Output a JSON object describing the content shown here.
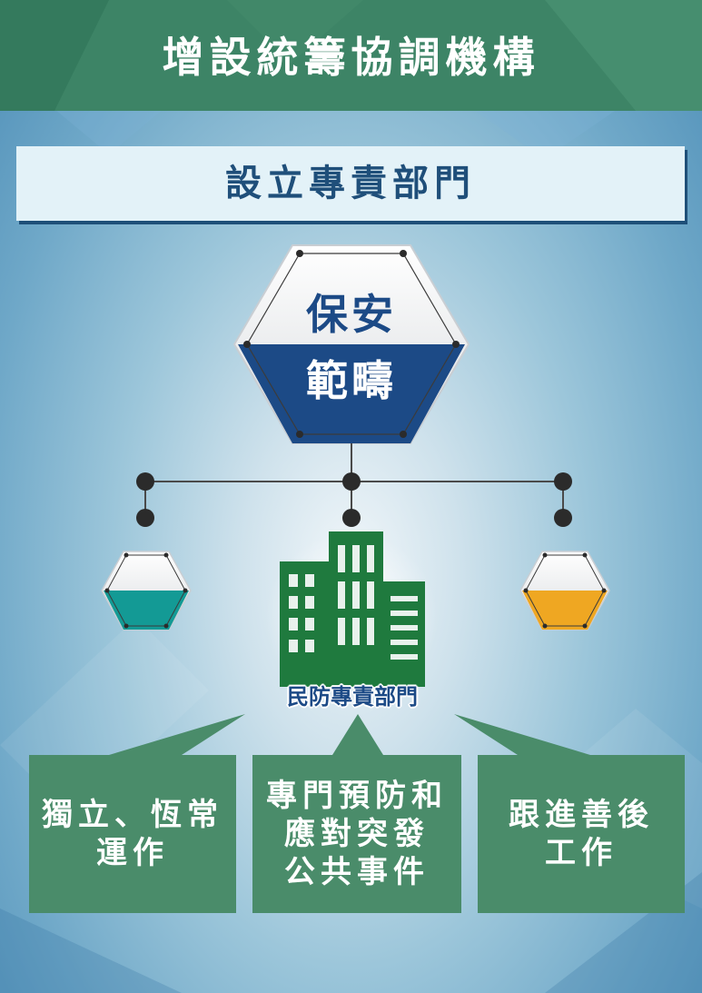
{
  "header": {
    "title": "增設統籌協調機構"
  },
  "subtitle": {
    "text": "設立專責部門"
  },
  "hexagon": {
    "line1": "保安",
    "line2": "範疇"
  },
  "department": {
    "label": "民防專責部門"
  },
  "colors": {
    "header_green": "#3d8466",
    "hex_blue": "#1c4a86",
    "teal": "#139a95",
    "amber": "#efa722",
    "building_green": "#1f7a3e",
    "box_green": "#4a8c6a"
  },
  "icons": {
    "building": "building-icon"
  },
  "boxes": [
    {
      "text": "獨立、恆常\n運作"
    },
    {
      "text": "專門預防和\n應對突發\n公共事件"
    },
    {
      "text": "跟進善後\n工作"
    }
  ]
}
